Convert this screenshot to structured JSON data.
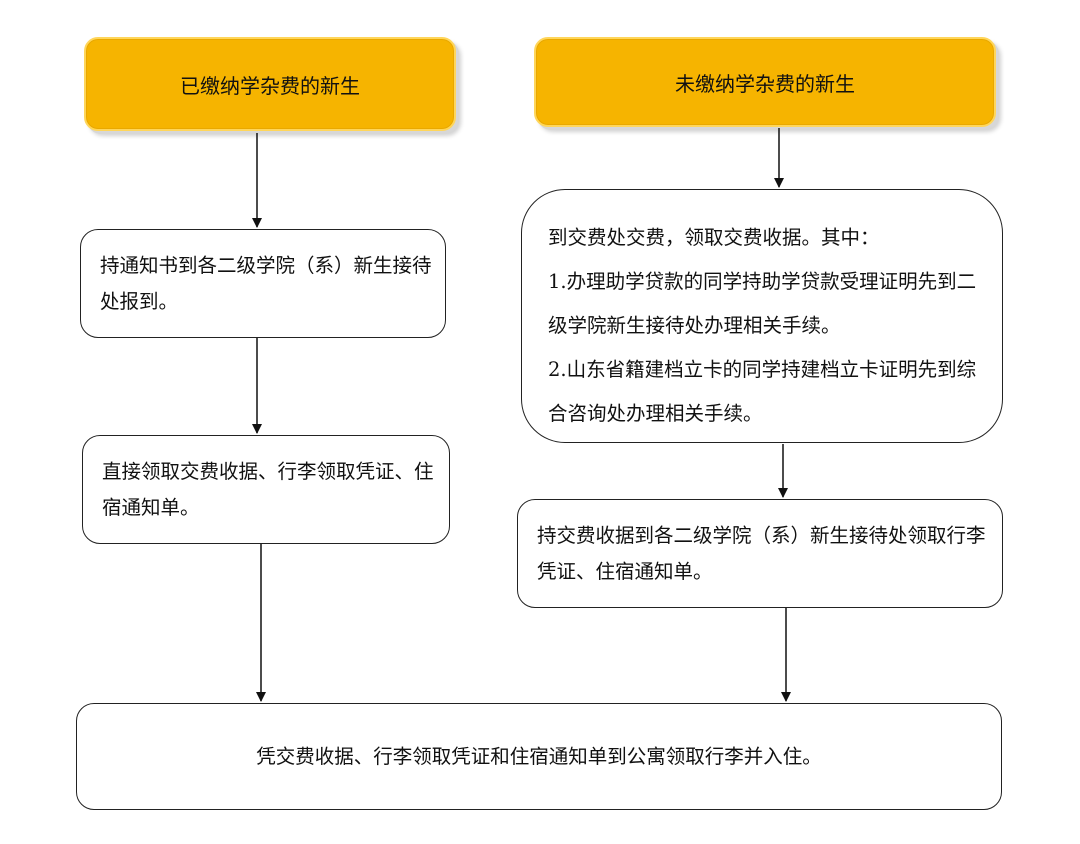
{
  "headers": {
    "paid": "已缴纳学杂费的新生",
    "unpaid": "未缴纳学杂费的新生"
  },
  "left_steps": [
    "持通知书到各二级学院（系）新生接待处报到。",
    "直接领取交费收据、行李领取凭证、住宿通知单。"
  ],
  "right_steps": {
    "step1_lines": [
      "到交费处交费，领取交费收据。其中：",
      "1.办理助学贷款的同学持助学贷款受理证明先到二级学院新生接待处办理相关手续。",
      "2.山东省籍建档立卡的同学持建档立卡证明先到综合咨询处办理相关手续。"
    ],
    "step2": "持交费收据到各二级学院（系）新生接待处领取行李凭证、住宿通知单。"
  },
  "final_step": "凭交费收据、行李领取凭证和住宿通知单到公寓领取行李并入住。",
  "colors": {
    "header_fill": "#f6b400",
    "line": "#222222"
  }
}
